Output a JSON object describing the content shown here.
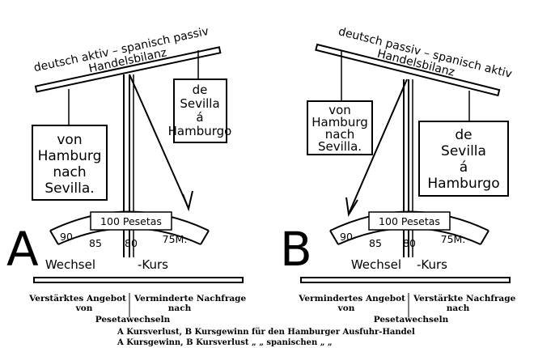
{
  "panel_a": {
    "letter": "A",
    "beam_line1": "deutsch aktiv – spanisch passiv",
    "beam_line2": "Handelsbilanz",
    "left_box": [
      "von",
      "Hamburg",
      "nach",
      "Sevilla."
    ],
    "right_box": [
      "de",
      "Sevilla",
      "á",
      "Hamburgo"
    ],
    "scale_top": "100 Pesetas",
    "scale_ticks": [
      "90",
      "85",
      "80",
      "75M."
    ],
    "label_left": "Wechsel",
    "label_right": "-Kurs",
    "caption_left_1": "Verstärktes Angebot",
    "caption_left_2": "von",
    "caption_right_1": "Verminderte Nachfrage",
    "caption_right_2": "nach",
    "caption_center": "Pesetawechseln"
  },
  "panel_b": {
    "letter": "B",
    "beam_line1": "deutsch passiv – spanisch aktiv",
    "beam_line2": "Handelsbilanz",
    "left_box": [
      "von",
      "Hamburg",
      "nach",
      "Sevilla."
    ],
    "right_box": [
      "de",
      "Sevilla",
      "á",
      "Hamburgo"
    ],
    "scale_top": "100 Pesetas",
    "scale_ticks": [
      "90",
      "85",
      "80",
      "75M."
    ],
    "label_left": "Wechsel",
    "label_right": "-Kurs",
    "caption_left_1": "Vermindertes Angebot",
    "caption_left_2": "von",
    "caption_right_1": "Verstärkte Nachfrage",
    "caption_right_2": "nach",
    "caption_center": "Pesetawechseln"
  },
  "footer": {
    "line1": "A Kursverlust, B Kursgewinn für den Hamburger Ausfuhr-Handel",
    "line2": "A Kursgewinn, B Kursverlust  „  „  spanischen  „  „"
  }
}
